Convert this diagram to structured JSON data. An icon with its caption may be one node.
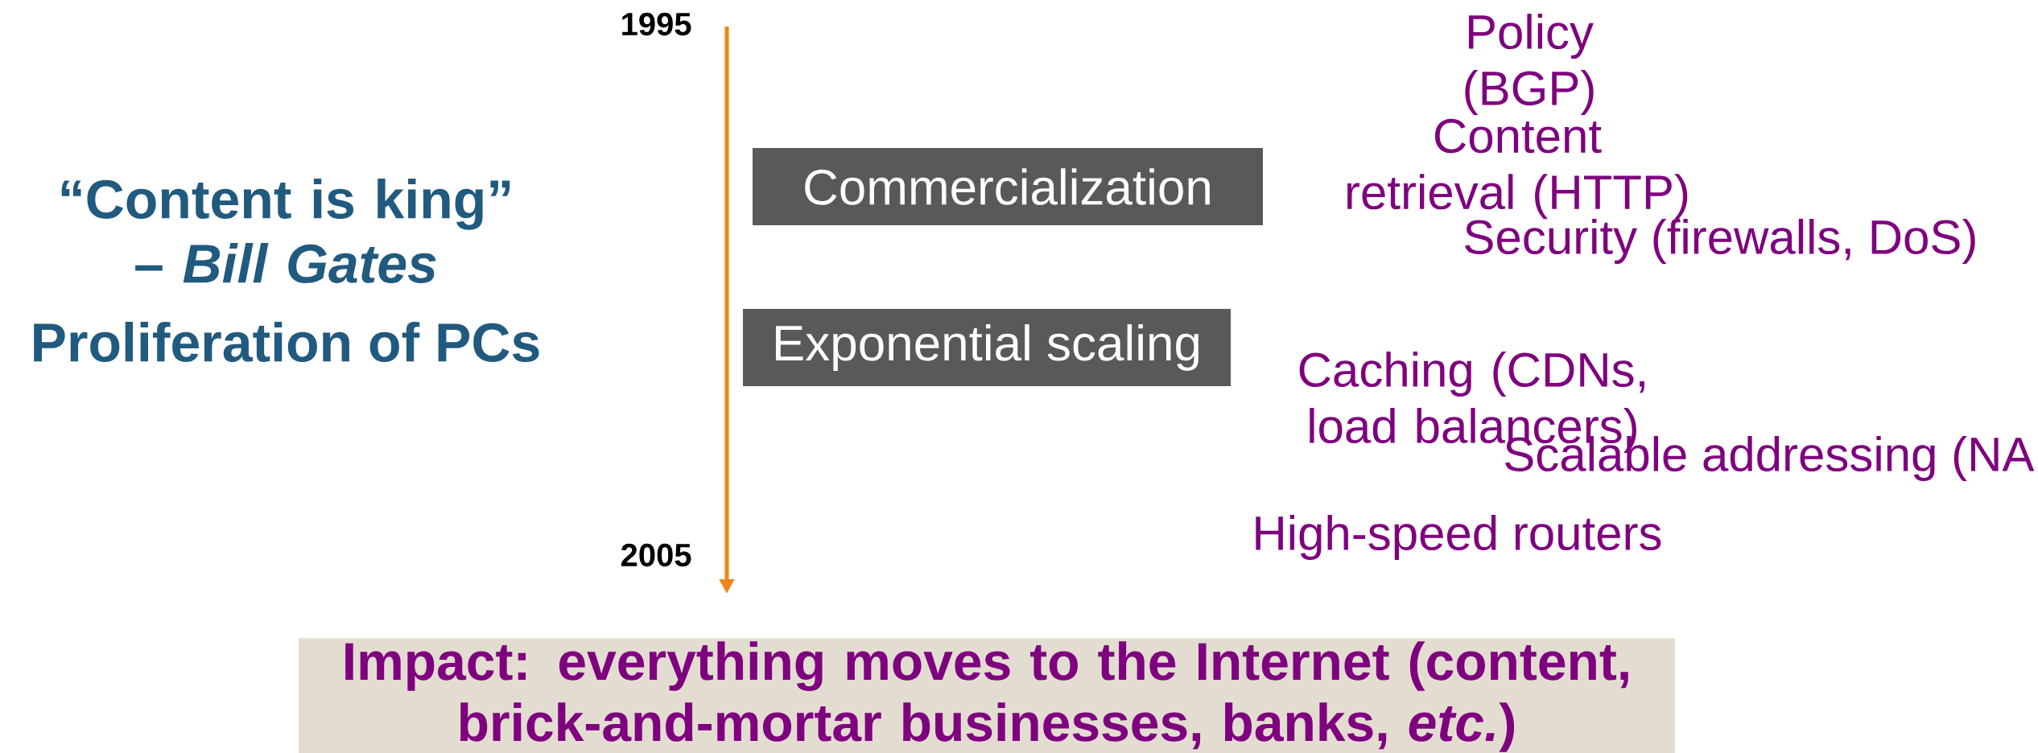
{
  "diagram": {
    "nodes": [
      {
        "text": [
          "Commercialization"
        ]
      },
      {
        "text": [
          "Exponential scaling"
        ]
      },
      {
        "text": [
          "Impact: everything moves to the Internet (content, brick-and-mortar businesses, banks, *etc.*)"
        ]
      }
    ],
    "labels": [
      "1995",
      "“Content is king” – *Bill Gates*",
      "Proliferation of PCs",
      "Policy (BGP)",
      "Content retrieval (HTTP)",
      "Security (firewalls, DoS)",
      "Caching (CDNs, load balancers)",
      "Scalable addressing (NA",
      "High-speed routers",
      "2005"
    ]
  }
}
